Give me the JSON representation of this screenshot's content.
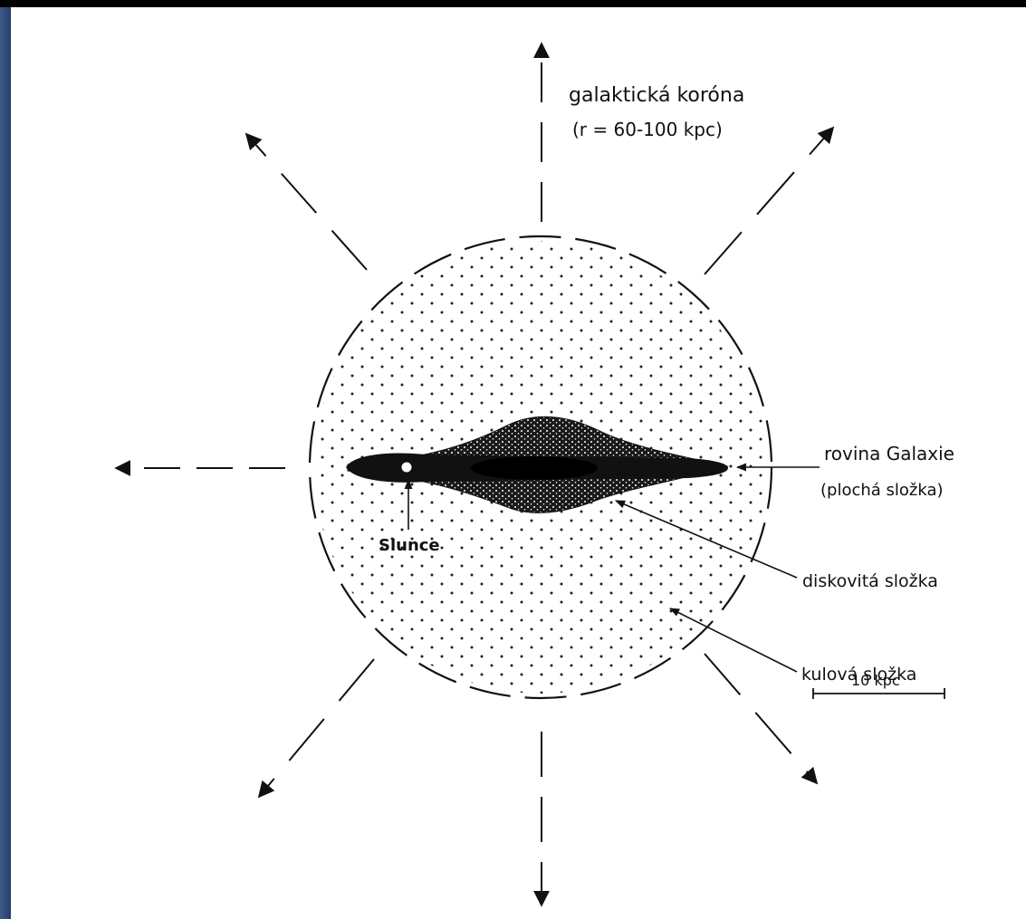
{
  "labels": {
    "corona_title": "galaktická koróna",
    "corona_radius": "(r = 60-100 kpc)",
    "plane_line1": "rovina Galaxie",
    "plane_line2": "(plochá složka)",
    "sun": "Slunce",
    "disk_component": "diskovitá složka",
    "spherical_component": "kulová složka",
    "scale": "10 kpc"
  },
  "colors": {
    "ink": "#111111",
    "paper": "#ffffff",
    "frame_blue": "#2b4370"
  }
}
